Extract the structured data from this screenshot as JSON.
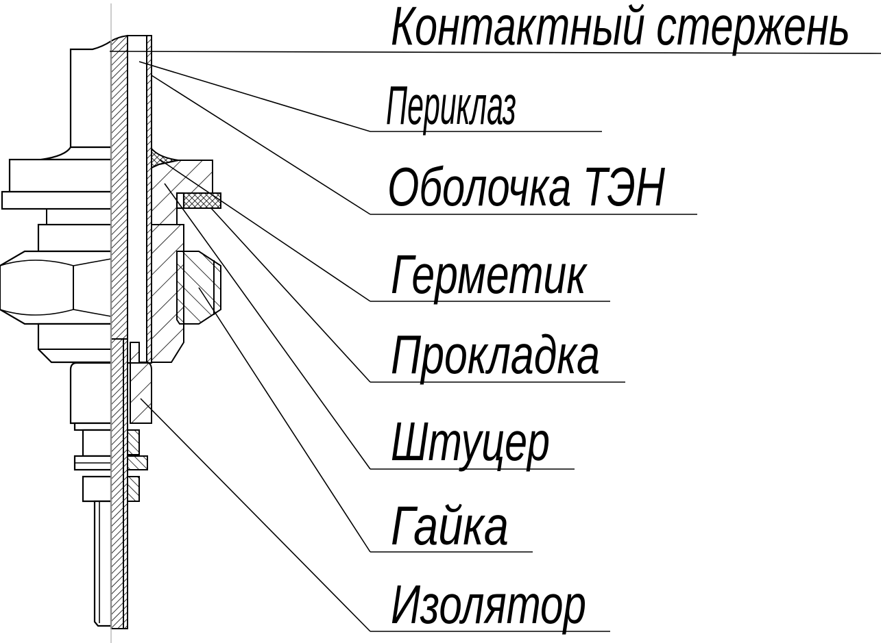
{
  "drawing": {
    "type": "technical cross-section drawing",
    "colors": {
      "line": "#000000",
      "background": "#ffffff",
      "centerline": "#bbbbbb"
    },
    "labels": [
      {
        "id": "contact-rod",
        "text": "Контактный стержень"
      },
      {
        "id": "periclase",
        "text": "Периклаз"
      },
      {
        "id": "heater-sheath",
        "text": "Оболочка ТЭН"
      },
      {
        "id": "sealant",
        "text": "Герметик"
      },
      {
        "id": "gasket",
        "text": "Прокладка"
      },
      {
        "id": "fitting",
        "text": "Штуцер"
      },
      {
        "id": "nut",
        "text": "Гайка"
      },
      {
        "id": "insulator",
        "text": "Изолятор"
      }
    ]
  }
}
